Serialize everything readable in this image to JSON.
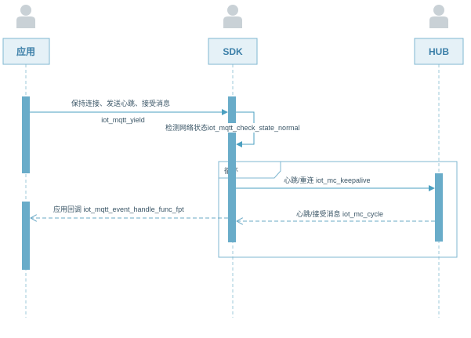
{
  "participants": [
    {
      "id": "app",
      "label": "应用"
    },
    {
      "id": "sdk",
      "label": "SDK"
    },
    {
      "id": "hub",
      "label": "HUB"
    }
  ],
  "frame": {
    "label": "循环"
  },
  "messages": {
    "m1": "保持连接、发送心跳、接受消息",
    "m1_sub": "iot_mqtt_yield",
    "self_check": "检测网络状态iot_mqtt_check_state_normal",
    "keepalive": "心跳/重连 iot_mc_keepalive",
    "cycle": "心跳/接受消息 iot_mc_cycle",
    "callback": "应用回调 iot_mqtt_event_handle_func_fpt"
  },
  "colors": {
    "accent": "#4a9fc0",
    "activation": "#69acc9",
    "lifeline": "#9dc8da",
    "header_fill": "#e5f1f7",
    "frame_border": "#7fb7d0",
    "actor": "#c9d1d6"
  }
}
